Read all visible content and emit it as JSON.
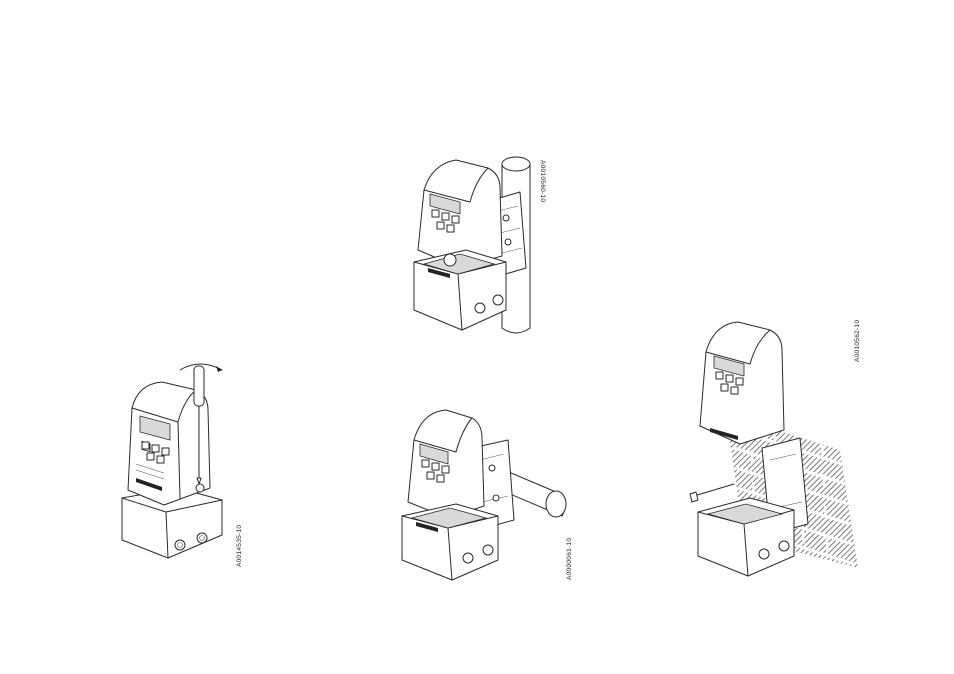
{
  "figures": [
    {
      "id": "screwdriver-opening",
      "code": "A0014535-10"
    },
    {
      "id": "pipe-mount-vertical",
      "code": "A0010560-10"
    },
    {
      "id": "pipe-mount-horizontal",
      "code": "A0000061-10"
    },
    {
      "id": "wall-mount",
      "code": "A0010562-10"
    }
  ],
  "icons": [
    "screwdriver-icon",
    "rotation-arrow-icon",
    "pipe-icon",
    "brick-wall-icon",
    "bolt-icon"
  ]
}
